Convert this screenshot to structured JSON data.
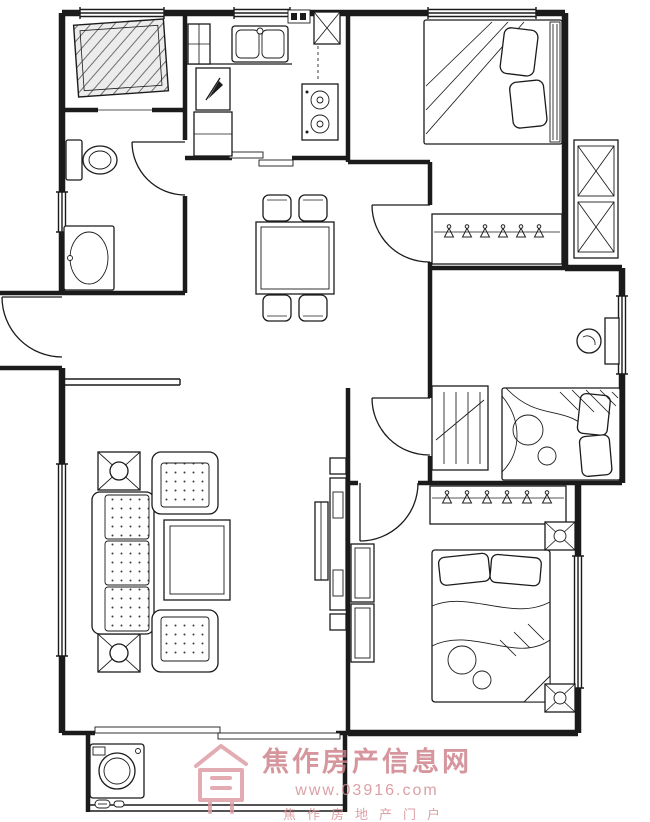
{
  "watermark": {
    "site_name": "焦作房产信息网",
    "site_url": "www.03916.com",
    "tagline": "焦作房地产门户",
    "text_color": "#ce7f88",
    "logo_color": "#dc9aa2"
  },
  "plan": {
    "background": "#ffffff",
    "line_color": "#1b1b1b",
    "symbols": [
      "double-bed-icon",
      "pillow-icon",
      "wardrobe-hanger-icon",
      "sofa-icon",
      "armchair-icon",
      "coffee-table-icon",
      "side-table-icon",
      "tv-cabinet-icon",
      "speaker-icon",
      "dining-table-icon",
      "dining-chair-icon",
      "refrigerator-icon",
      "kitchen-sink-icon",
      "gas-stove-icon",
      "cutting-board-icon",
      "flue-shaft-icon",
      "toilet-icon",
      "wash-basin-icon",
      "washing-machine-icon",
      "floor-drain-icon",
      "ac-platform-icon",
      "door-swing-icon",
      "sliding-door-icon",
      "window-icon",
      "dressing-table-icon",
      "dressing-stool-icon",
      "nightstand-icon",
      "cabinet-icon",
      "hatched-platform-icon"
    ]
  }
}
